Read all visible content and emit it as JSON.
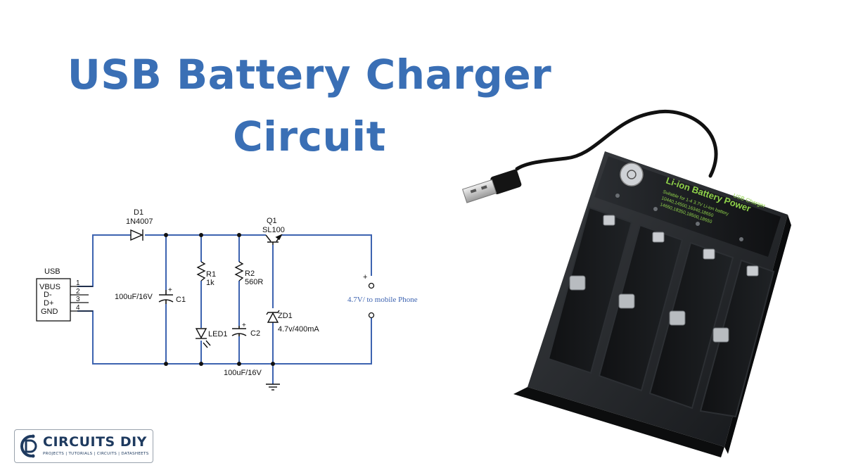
{
  "title": {
    "line1": "USB Battery Charger",
    "line2": "Circuit"
  },
  "colors": {
    "title": "#3a6fb5",
    "wire": "#3d63b0",
    "component": "#111111",
    "label": "#1e3a5f"
  },
  "schematic": {
    "usb_label": "USB",
    "usb_pins": [
      "VBUS",
      "D-",
      "D+",
      "GND"
    ],
    "usb_pin_numbers": [
      "1",
      "2",
      "3",
      "4"
    ],
    "d1_ref": "D1",
    "d1_part": "1N4007",
    "c1_value": "100uF/16V",
    "c1_ref": "C1",
    "r1_ref": "R1",
    "r1_value": "1k",
    "r2_ref": "R2",
    "r2_value": "560R",
    "led_ref": "LED1",
    "c2_ref": "C2",
    "c2_value": "100uF/16V",
    "q1_ref": "Q1",
    "q1_part": "SL100",
    "zd1_ref": "ZD1",
    "zd1_value": "4.7v/400mA",
    "plus": "+",
    "output_label": "4.7V/ to mobile Phone"
  },
  "photo": {
    "brand_text": "Li-ion Battery Power",
    "usb_charger_text": "USB Charger",
    "spec_line1": "Suitable for 1-4 3.7V Li-ion battery",
    "spec_line2": "10440,14500,16340,18650",
    "spec_line3": "14650,18350,18500,18650"
  },
  "logo": {
    "name": "CIRCUITS DIY",
    "tagline": "PROJECTS | TUTORIALS | CIRCUITS | DATASHEETS"
  }
}
